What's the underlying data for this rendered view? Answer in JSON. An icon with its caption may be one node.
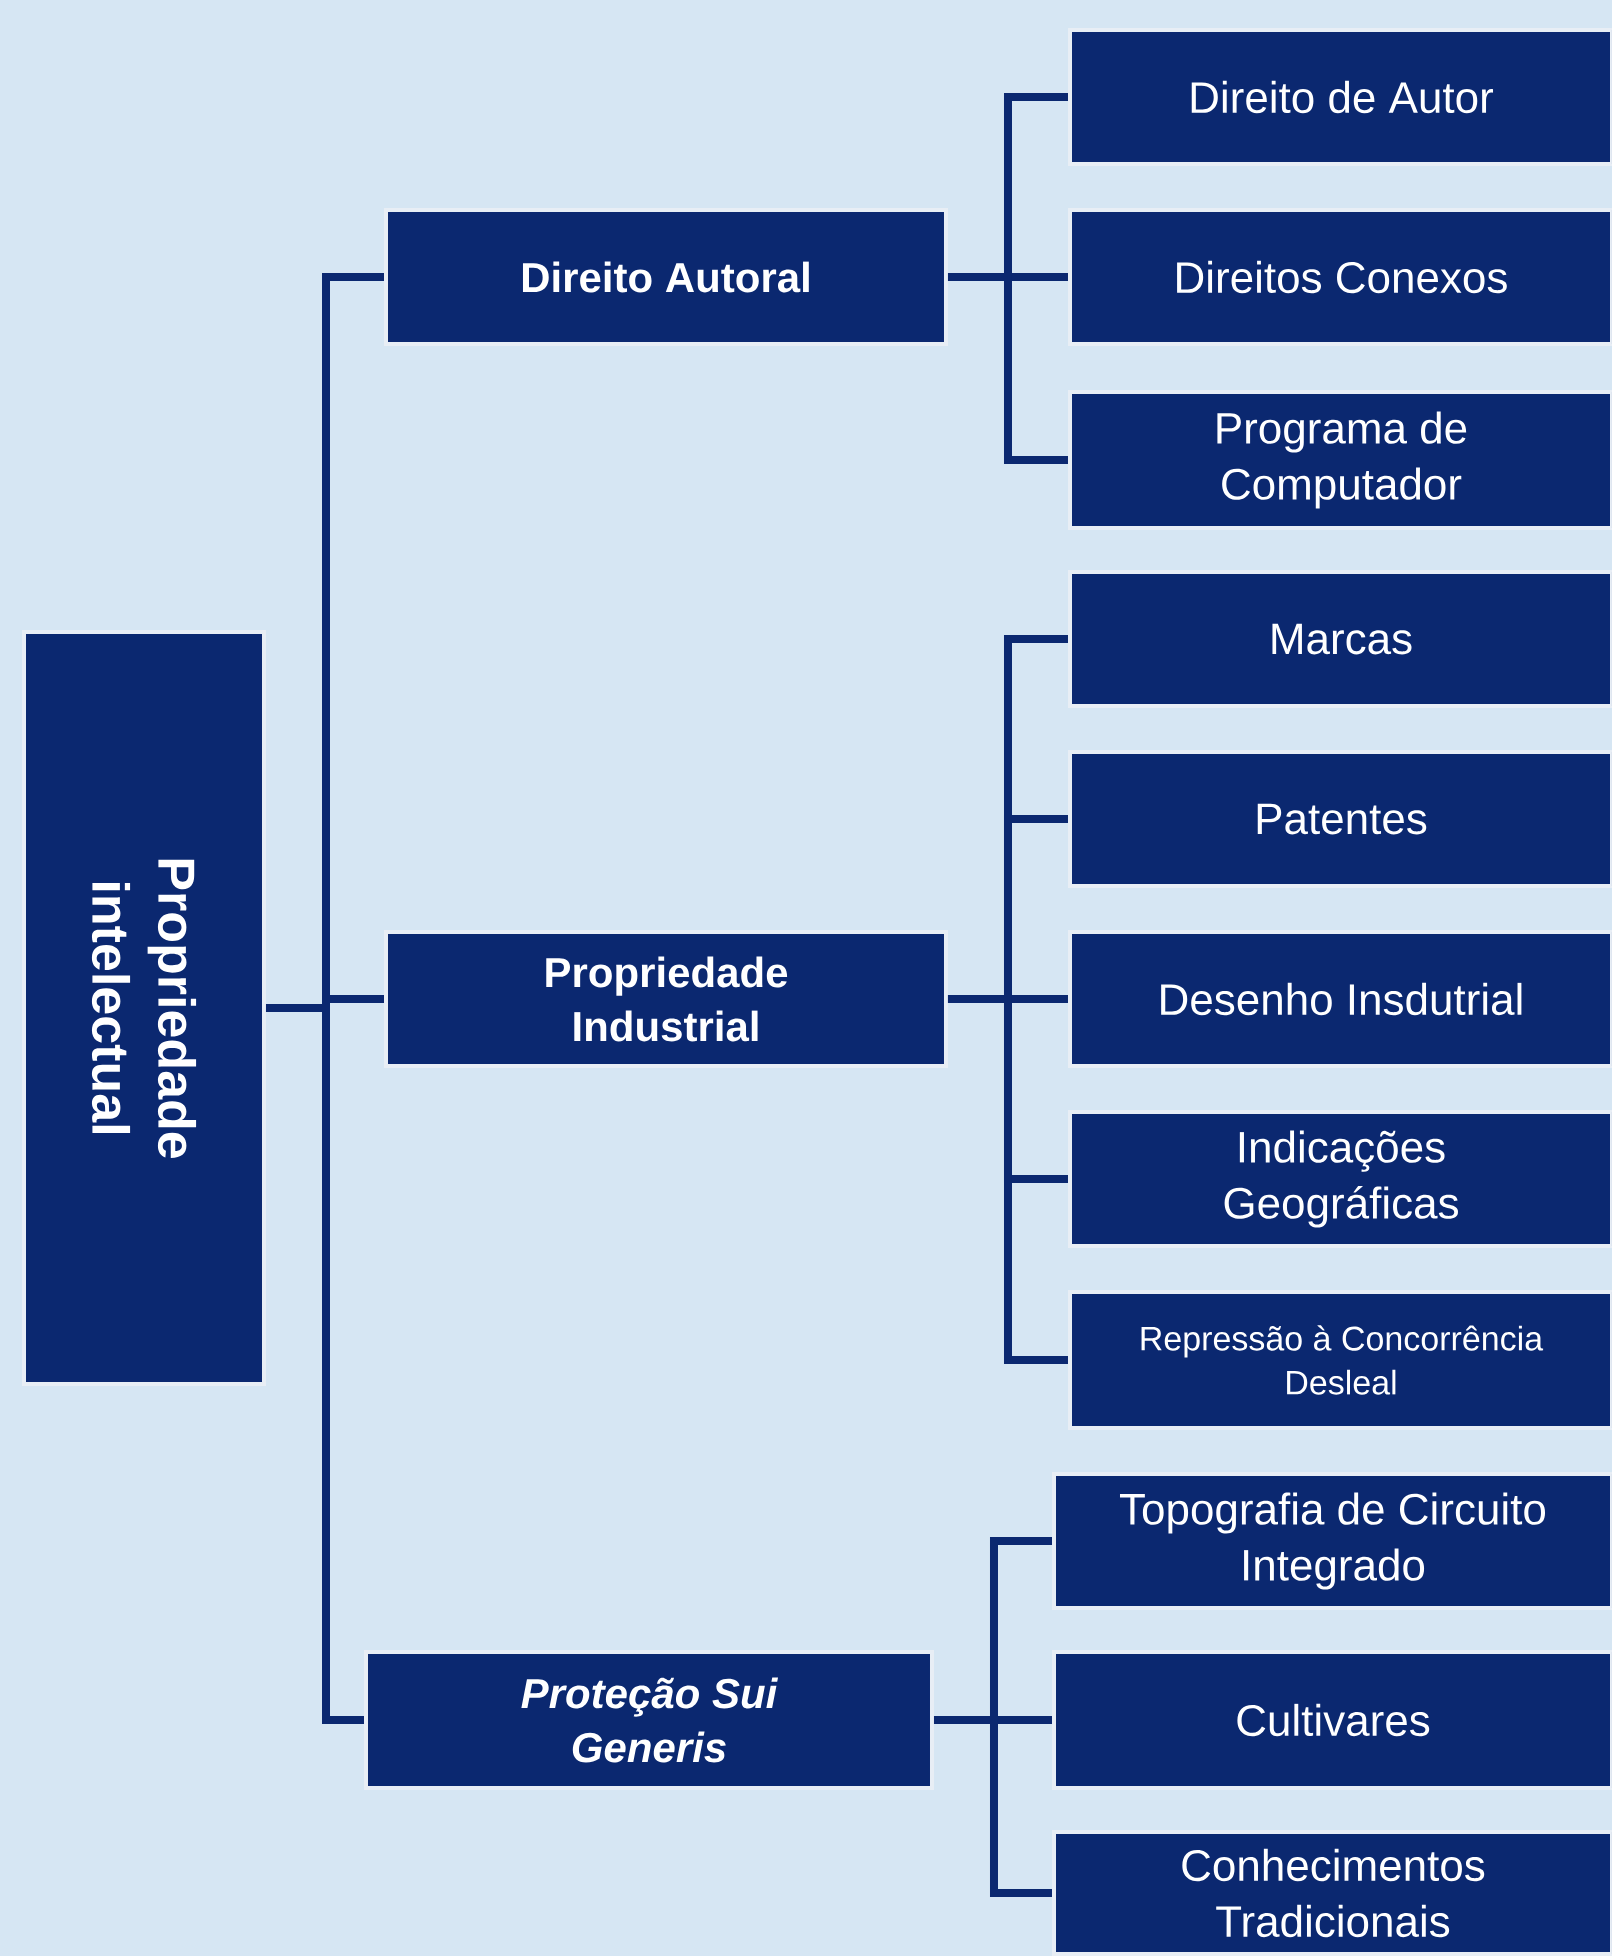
{
  "diagram": {
    "nodes": [
      {
        "text": [
          "Propriedade intelectual"
        ]
      },
      {
        "text": [
          "Direito Autoral"
        ]
      },
      {
        "text": [
          "Direito de Autor"
        ]
      },
      {
        "text": [
          "Direitos Conexos"
        ]
      },
      {
        "text": [
          "Programa de Computador"
        ]
      },
      {
        "text": [
          "Propriedade Industrial"
        ]
      },
      {
        "text": [
          "Marcas"
        ]
      },
      {
        "text": [
          "Patentes"
        ]
      },
      {
        "text": [
          "Desenho Insdutrial"
        ]
      },
      {
        "text": [
          "Indicações Geográficas"
        ]
      },
      {
        "text": [
          "Repressão à Concorrência Desleal"
        ]
      },
      {
        "text": [
          "Proteção Sui Generis"
        ]
      },
      {
        "text": [
          "Topografia de Circuito Integrado"
        ]
      },
      {
        "text": [
          "Cultivares"
        ]
      },
      {
        "text": [
          "Conhecimentos Tradicionais"
        ]
      }
    ],
    "edges": [
      {
        "from": 0,
        "to": 1,
        "arrow": "none"
      },
      {
        "from": 0,
        "to": 5,
        "arrow": "none"
      },
      {
        "from": 0,
        "to": 11,
        "arrow": "none"
      },
      {
        "from": 1,
        "to": 2,
        "arrow": "none"
      },
      {
        "from": 1,
        "to": 3,
        "arrow": "none"
      },
      {
        "from": 1,
        "to": 4,
        "arrow": "none"
      },
      {
        "from": 5,
        "to": 6,
        "arrow": "none"
      },
      {
        "from": 5,
        "to": 7,
        "arrow": "none"
      },
      {
        "from": 5,
        "to": 8,
        "arrow": "none"
      },
      {
        "from": 5,
        "to": 9,
        "arrow": "none"
      },
      {
        "from": 5,
        "to": 10,
        "arrow": "none"
      },
      {
        "from": 11,
        "to": 12,
        "arrow": "none"
      },
      {
        "from": 11,
        "to": 13,
        "arrow": "none"
      },
      {
        "from": 11,
        "to": 14,
        "arrow": "none"
      }
    ]
  }
}
